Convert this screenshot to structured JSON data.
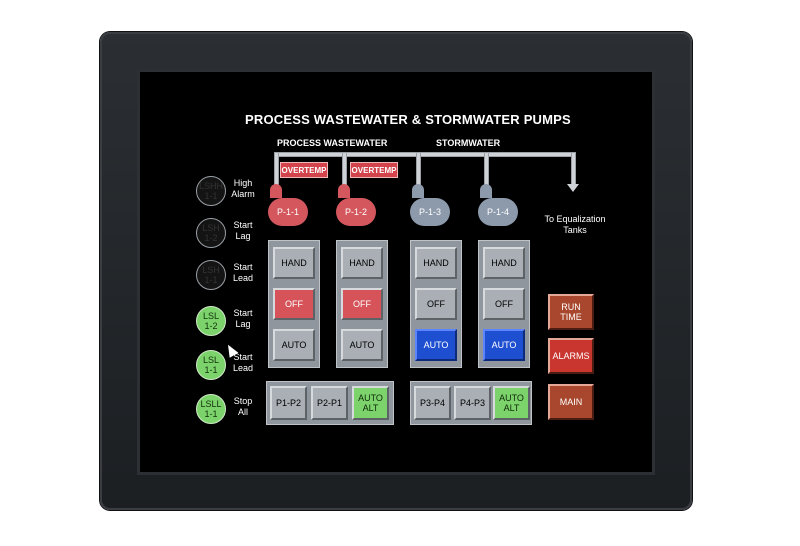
{
  "title": "PROCESS WASTEWATER & STORMWATER PUMPS",
  "sections": {
    "process": "PROCESS WASTEWATER",
    "storm": "STORMWATER"
  },
  "to_tanks": "To Equalization Tanks",
  "overtemp": [
    "OVERTEMP",
    "OVERTEMP"
  ],
  "pumps": [
    {
      "label": "P-1-1",
      "color": "#d3575d"
    },
    {
      "label": "P-1-2",
      "color": "#d3575d"
    },
    {
      "label": "P-1-3",
      "color": "#8d9aab"
    },
    {
      "label": "P-1-4",
      "color": "#8d9aab"
    }
  ],
  "columns": [
    {
      "hand": "HAND",
      "off": "OFF",
      "auto": "AUTO",
      "active": "off"
    },
    {
      "hand": "HAND",
      "off": "OFF",
      "auto": "AUTO",
      "active": "off"
    },
    {
      "hand": "HAND",
      "off": "OFF",
      "auto": "AUTO",
      "active": "auto"
    },
    {
      "hand": "HAND",
      "off": "OFF",
      "auto": "AUTO",
      "active": "auto"
    }
  ],
  "alt_process": {
    "b1": "P1-P2",
    "b2": "P2-P1",
    "b3_l1": "AUTO",
    "b3_l2": "ALT"
  },
  "alt_storm": {
    "b1": "P3-P4",
    "b2": "P4-P3",
    "b3_l1": "AUTO",
    "b3_l2": "ALT"
  },
  "indicators": [
    {
      "l1": "LSHH",
      "l2": "1-1",
      "label_l1": "High",
      "label_l2": "Alarm",
      "state": "off"
    },
    {
      "l1": "LSH",
      "l2": "1-2",
      "label_l1": "Start",
      "label_l2": "Lag",
      "state": "off"
    },
    {
      "l1": "LSH",
      "l2": "1-1",
      "label_l1": "Start",
      "label_l2": "Lead",
      "state": "off"
    },
    {
      "l1": "LSL",
      "l2": "1-2",
      "label_l1": "Start",
      "label_l2": "Lag",
      "state": "on"
    },
    {
      "l1": "LSL",
      "l2": "1-1",
      "label_l1": "Start",
      "label_l2": "Lead",
      "state": "on"
    },
    {
      "l1": "LSLL",
      "l2": "1-1",
      "label_l1": "Stop",
      "label_l2": "All",
      "state": "on"
    }
  ],
  "side_buttons": {
    "run_l1": "RUN",
    "run_l2": "TIME",
    "alarms": "ALARMS",
    "main": "MAIN"
  },
  "colors": {
    "active_off": "#d65359",
    "active_auto": "#1f4fd1",
    "indicator_on": "#7cd36b",
    "accent": "#a8472d"
  }
}
